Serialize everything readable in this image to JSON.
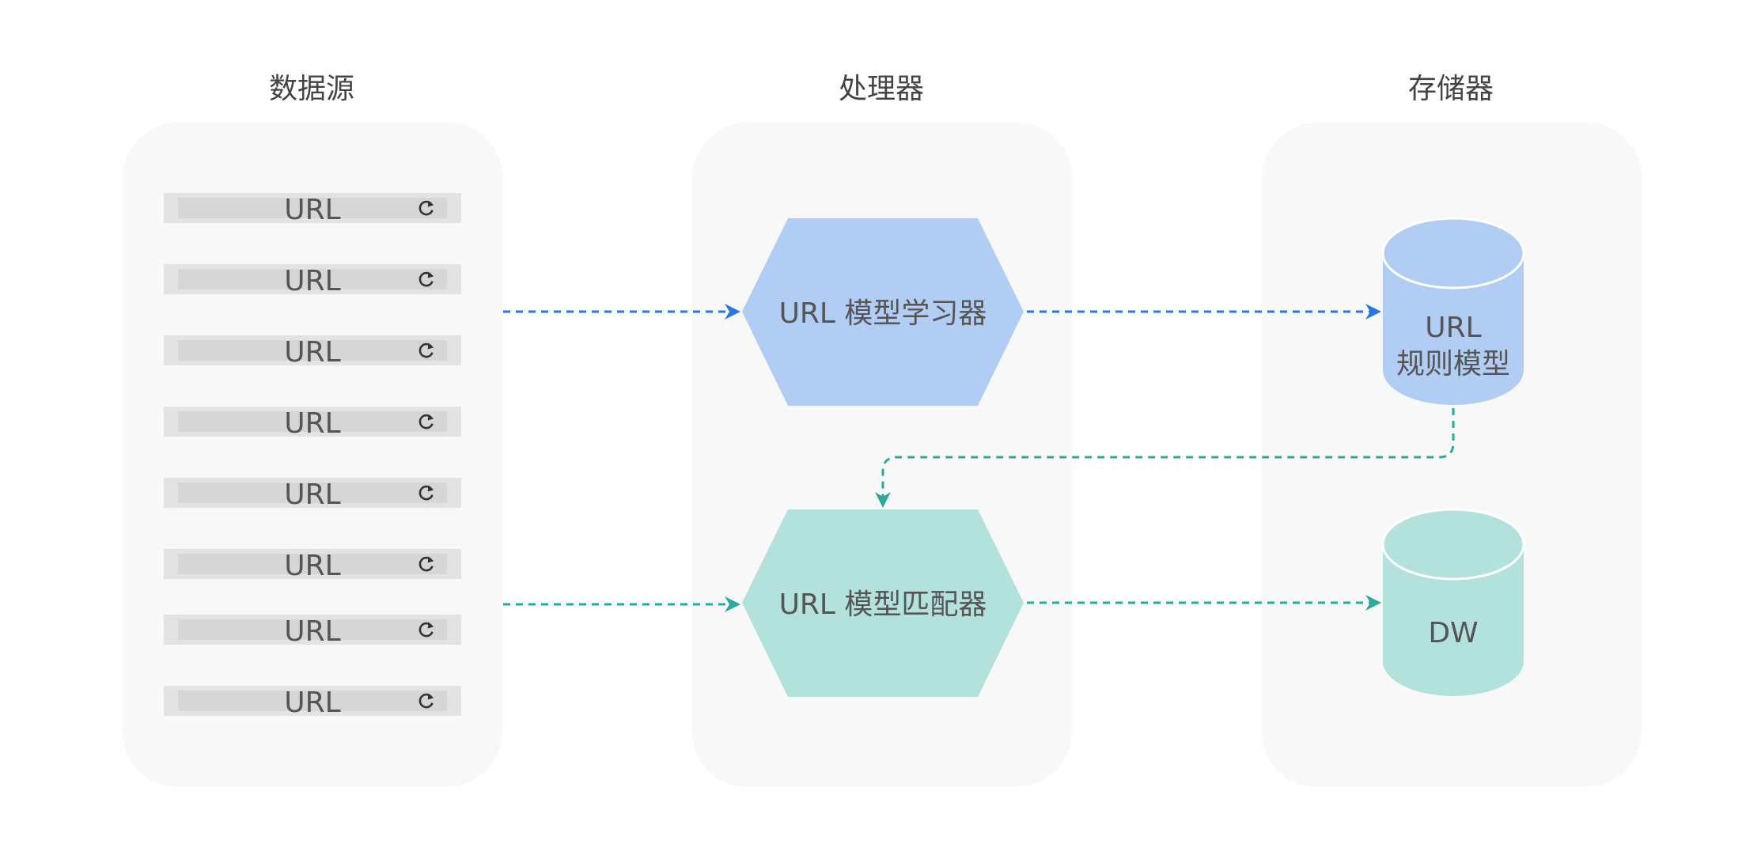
{
  "columns": {
    "source": {
      "title": "数据源"
    },
    "processor": {
      "title": "处理器"
    },
    "storage": {
      "title": "存储器"
    }
  },
  "sources": [
    {
      "label": "URL",
      "icon": "refresh-icon"
    },
    {
      "label": "URL",
      "icon": "refresh-icon"
    },
    {
      "label": "URL",
      "icon": "refresh-icon"
    },
    {
      "label": "URL",
      "icon": "refresh-icon"
    },
    {
      "label": "URL",
      "icon": "refresh-icon"
    },
    {
      "label": "URL",
      "icon": "refresh-icon"
    },
    {
      "label": "URL",
      "icon": "refresh-icon"
    },
    {
      "label": "URL",
      "icon": "refresh-icon"
    }
  ],
  "processors": {
    "learner": {
      "label": "URL 模型学习器"
    },
    "matcher": {
      "label": "URL 模型匹配器"
    }
  },
  "storage": {
    "rules": {
      "line1": "URL",
      "line2": "规则模型"
    },
    "dw": {
      "label": "DW"
    }
  },
  "colors": {
    "panel": "#f8f8f8",
    "url_bar_outer": "#e3e3e3",
    "url_bar_inner": "#d6d6d6",
    "blue_fill": "#b2cdf3",
    "blue_arrow": "#2a78dd",
    "teal_fill": "#b3e1dc",
    "teal_arrow": "#2ea89a",
    "text": "#555555"
  },
  "edges": [
    {
      "from": "sources",
      "to": "learner",
      "color": "blue"
    },
    {
      "from": "learner",
      "to": "rules",
      "color": "blue"
    },
    {
      "from": "rules",
      "to": "matcher",
      "color": "teal"
    },
    {
      "from": "sources",
      "to": "matcher",
      "color": "teal"
    },
    {
      "from": "matcher",
      "to": "dw",
      "color": "teal"
    }
  ]
}
